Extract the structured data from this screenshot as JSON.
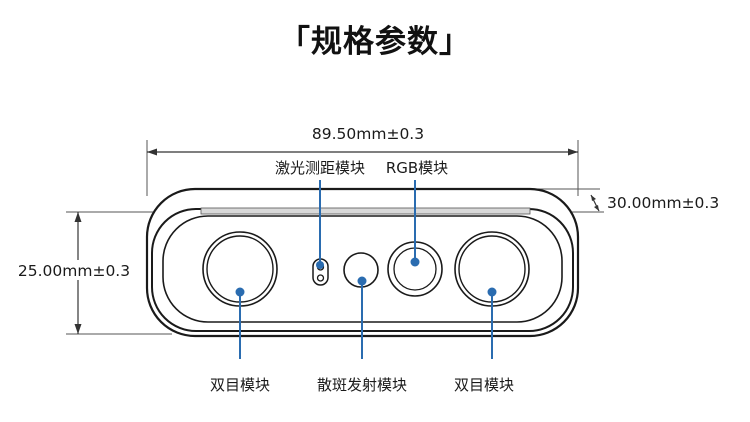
{
  "title": "「规格参数」",
  "dimensions": {
    "width": "89.50mm±0.3",
    "depth": "30.00mm±0.3",
    "height": "25.00mm±0.3"
  },
  "callouts": {
    "laser": "激光测距模块",
    "rgb": "RGB模块",
    "stereo_left": "双目模块",
    "projector": "散斑发射模块",
    "stereo_right": "双目模块"
  },
  "colors": {
    "callout_line": "#2a6cb0",
    "outline": "#1a1a1a",
    "dimension_line": "#333333"
  }
}
